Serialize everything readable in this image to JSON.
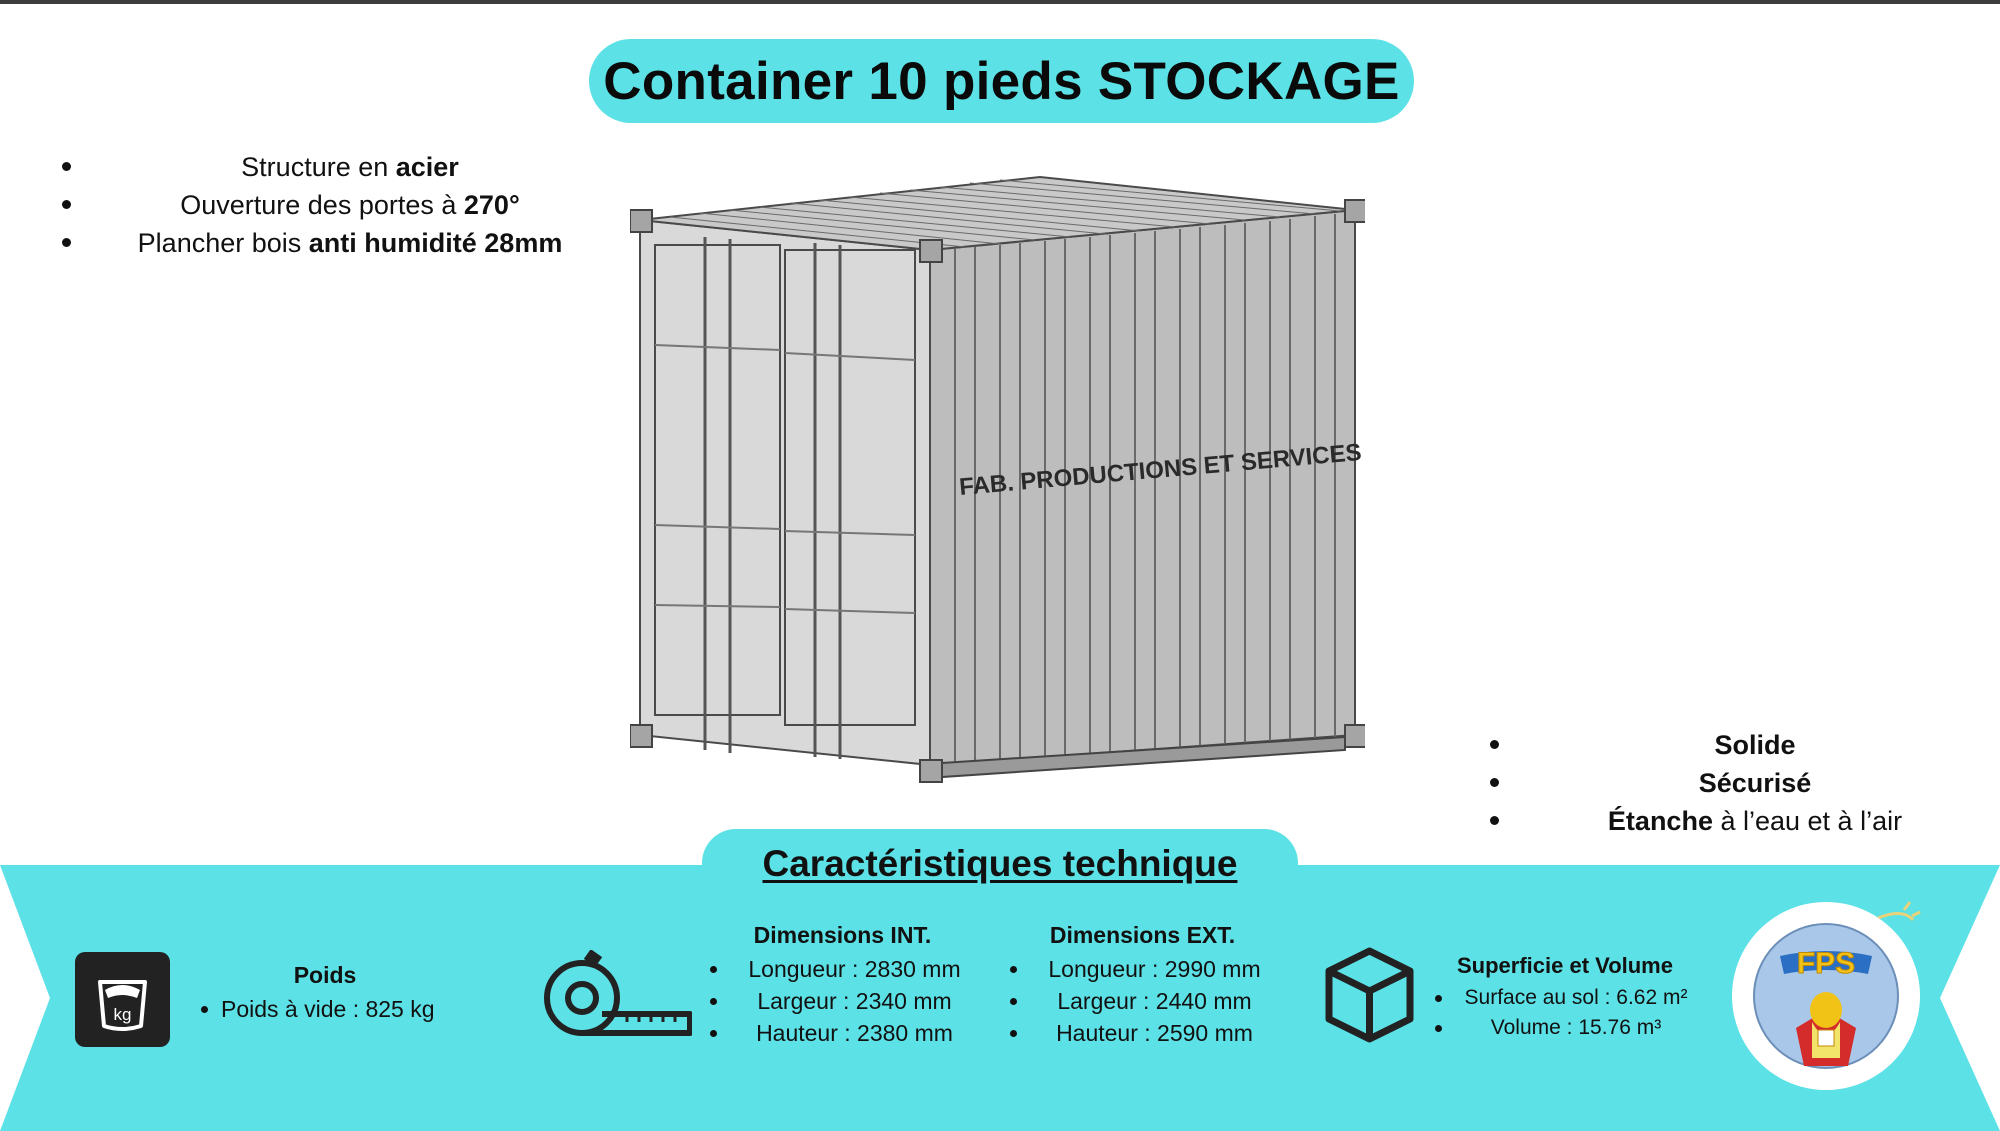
{
  "title": "Container 10 pieds STOCKAGE",
  "features_left": [
    {
      "normal": "Structure en ",
      "bold": "acier"
    },
    {
      "normal": "Ouverture des portes à ",
      "bold": "270°"
    },
    {
      "normal": "Plancher bois ",
      "bold": "anti humidité 28mm"
    }
  ],
  "features_right": [
    {
      "bold": "Solide",
      "normal": ""
    },
    {
      "bold": "Sécurisé",
      "normal": ""
    },
    {
      "bold": "Étanche",
      "normal": " à l’eau et à l’air"
    }
  ],
  "container_marking": "FAB. PRODUCTIONS ET SERVICES",
  "section_title": "Caractéristiques technique",
  "specs": {
    "poids": {
      "title": "Poids",
      "items": [
        "Poids à vide : 825 kg"
      ]
    },
    "dim_int": {
      "title": "Dimensions INT.",
      "items": [
        "Longueur : 2830 mm",
        "Largeur : 2340 mm",
        "Hauteur : 2380 mm"
      ]
    },
    "dim_ext": {
      "title": "Dimensions EXT.",
      "items": [
        "Longueur : 2990 mm",
        "Largeur : 2440 mm",
        "Hauteur : 2590 mm"
      ]
    },
    "surface_volume": {
      "title": "Superficie et Volume",
      "items": [
        "Surface au sol : 6.62 m²",
        "Volume : 15.76 m³"
      ]
    }
  },
  "kg_label": "kg",
  "logo": {
    "text": "FPS"
  },
  "icons": {
    "weight": "weight-scale-icon",
    "tape": "tape-measure-icon",
    "box": "cube-icon",
    "bullet": "bullet-dot"
  },
  "colors": {
    "accent": "#5ce1e6",
    "text": "#111111",
    "icon_dark": "#222222",
    "logo_red": "#d42b2b",
    "logo_blue": "#2a6fc4",
    "logo_yellow": "#f2c317"
  }
}
